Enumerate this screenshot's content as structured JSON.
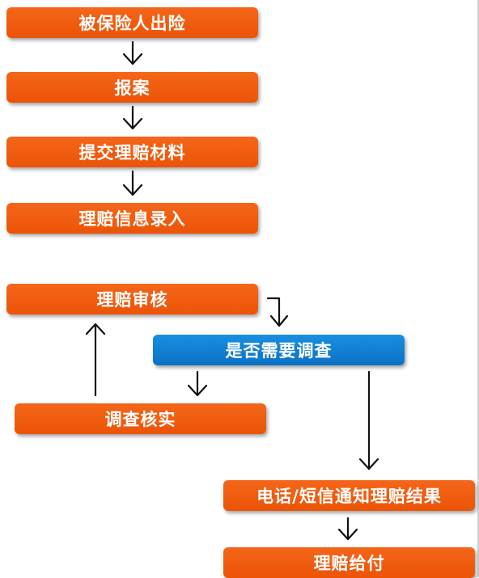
{
  "flow": {
    "step1": "被保险人出险",
    "step2": "报案",
    "step3": "提交理赔材料",
    "step4": "理赔信息录入",
    "review": "理赔审核",
    "decision": "是否需要调查",
    "investigate": "调查核实",
    "notify": "电话/短信通知理赔结果",
    "pay": "理赔给付"
  },
  "colors": {
    "orange": "#ee5a0c",
    "blue": "#1281d6",
    "arrow": "#111111"
  }
}
